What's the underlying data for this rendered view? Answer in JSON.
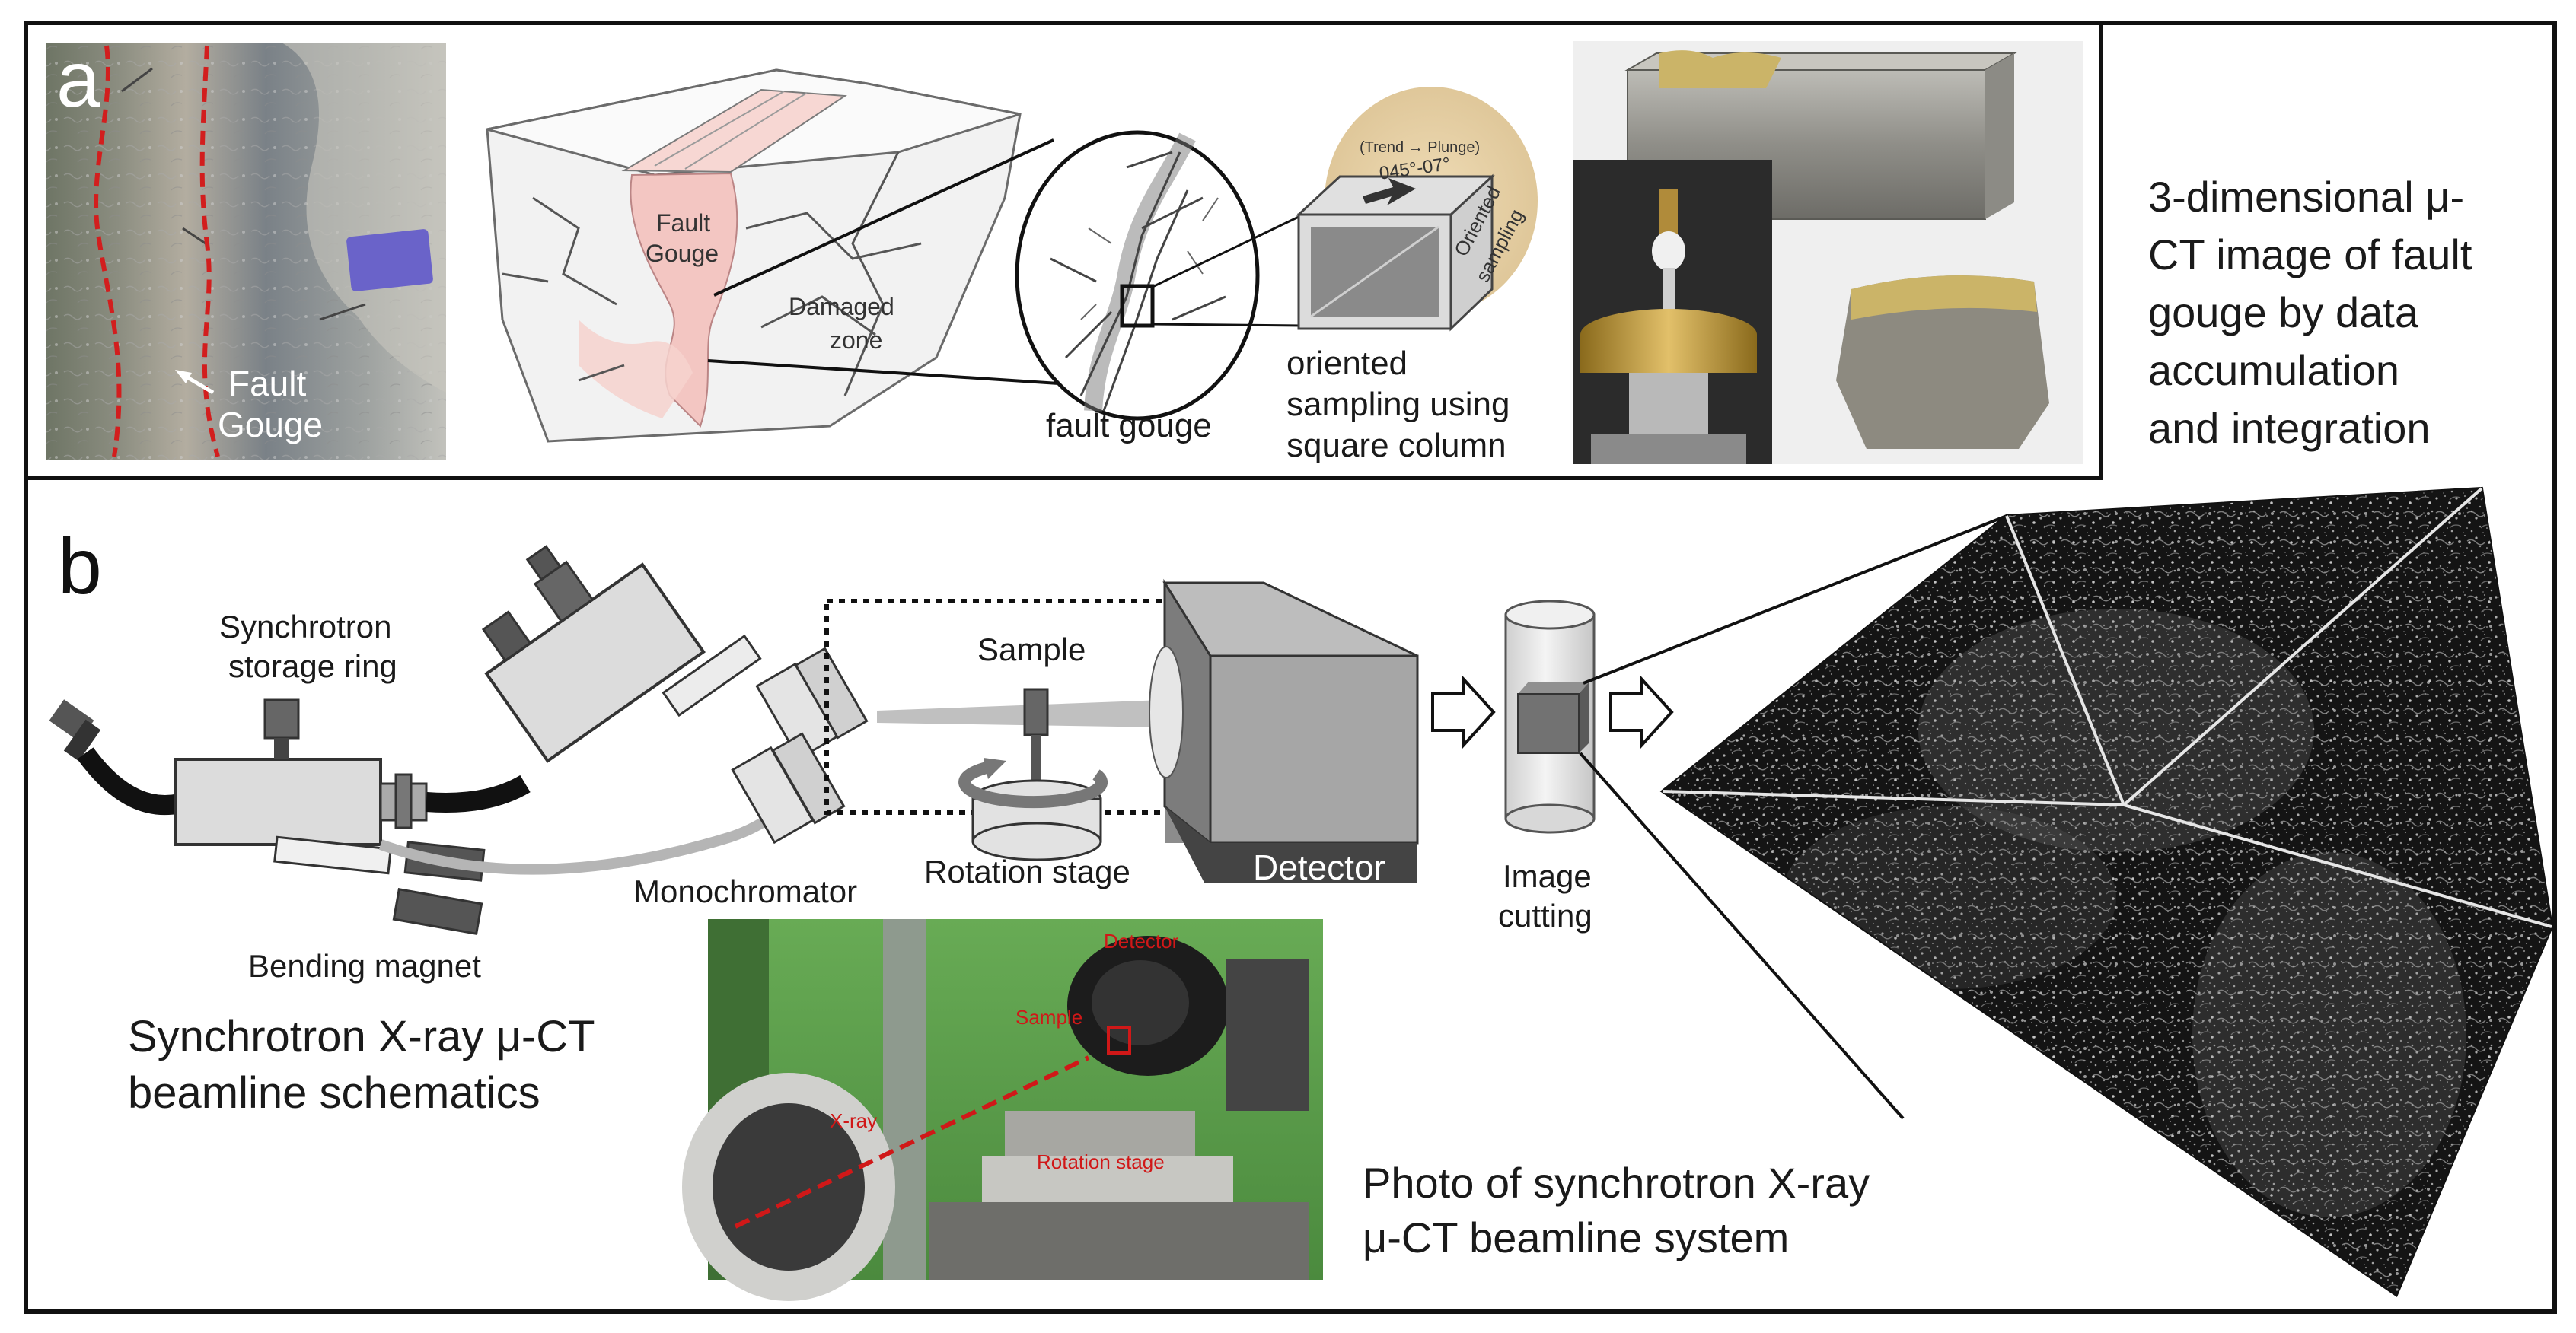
{
  "panel_a": {
    "letter": "a",
    "outcrop_label": [
      "Fault",
      "Gouge"
    ],
    "block_labels": {
      "fault_gouge": [
        "Fault",
        "Gouge"
      ],
      "damaged_zone": [
        "Damaged",
        "zone"
      ]
    },
    "inset_label": "fault gouge",
    "sampler_header": "(Trend → Plunge)",
    "sampler_arrow_text": "045°-07°",
    "sampler_side_text": [
      "Oriented",
      "sampling"
    ],
    "sampling_caption": [
      "oriented",
      "sampling using",
      "square column"
    ],
    "ct_caption": [
      "3-dimensional μ-",
      "CT image of fault",
      "gouge by data",
      "accumulation",
      "and integration"
    ]
  },
  "panel_b": {
    "letter": "b",
    "storage_ring_label": [
      "Synchrotron",
      "storage ring"
    ],
    "bending_magnet_label": "Bending magnet",
    "monochromator_label": "Monochromator",
    "sample_label": "Sample",
    "rotation_stage_label": "Rotation stage",
    "detector_label": "Detector",
    "image_cutting_label": [
      "Image",
      "cutting"
    ],
    "schematic_caption": [
      "Synchrotron X-ray μ-CT",
      "beamline schematics"
    ],
    "photo_labels": {
      "detector": "Detector",
      "sample": "Sample",
      "xray": "X-ray",
      "rotation_stage": "Rotation stage"
    },
    "photo_caption": [
      "Photo of synchrotron X-ray",
      "μ-CT beamline system"
    ]
  },
  "colors": {
    "frame": "#111111",
    "device_gray": "#d9d9d9",
    "detector_gray": "#999999",
    "fault_trace": "#d21e1e",
    "gouge_pink": "#f4c4c0",
    "sampling_beige": "#e6cfa4",
    "ct_background": "#121212",
    "photo_green": "#5fa24e"
  },
  "icons": [
    "rock-outcrop-photo",
    "fault-block-diagram",
    "magnifier-circle",
    "sampling-column",
    "sample-holder-photo",
    "synchrotron-ring",
    "detector-box",
    "arrow-right",
    "ct-cube",
    "beamline-photo"
  ]
}
